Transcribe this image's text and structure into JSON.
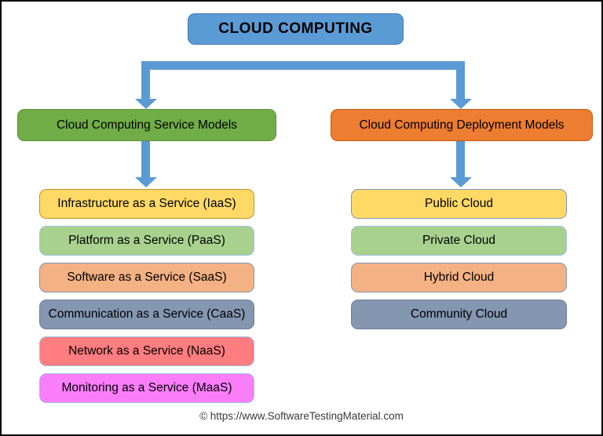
{
  "page": {
    "background": "#ffffff",
    "frame_color": "#000000"
  },
  "connector_color": "#5B9BD5",
  "root": {
    "label": "CLOUD COMPUTING",
    "fill": "#5B9BD5",
    "border": "#4477AD",
    "text_color": "#000000"
  },
  "branches": [
    {
      "id": "service-models",
      "label": "Cloud Computing Service Models",
      "fill": "#70AD47",
      "border": "#5A8F39",
      "items": [
        {
          "label": "Infrastructure as a Service (IaaS)",
          "fill": "#FFD966",
          "border": "#BD9526"
        },
        {
          "label": "Platform as a Service (PaaS)",
          "fill": "#A9D18E",
          "border": "#9DC3E6"
        },
        {
          "label": "Software as a Service (SaaS)",
          "fill": "#F4B183",
          "border": "#8496B0"
        },
        {
          "label": "Communication as a Service (CaaS)",
          "fill": "#8496B0",
          "border": "#6E7F99"
        },
        {
          "label": "Network as a Service (NaaS)",
          "fill": "#FF7C80",
          "border": "#9DC3E6"
        },
        {
          "label": "Monitoring as a Service (MaaS)",
          "fill": "#FA7DFA",
          "border": "#9DC3E6"
        }
      ]
    },
    {
      "id": "deployment-models",
      "label": "Cloud Computing Deployment Models",
      "fill": "#ED7D31",
      "border": "#C55A11",
      "items": [
        {
          "label": "Public Cloud",
          "fill": "#FFD966",
          "border": "#8496B0"
        },
        {
          "label": "Private Cloud",
          "fill": "#A9D18E",
          "border": "#9DC3E6"
        },
        {
          "label": "Hybrid Cloud",
          "fill": "#F4B183",
          "border": "#8496B0"
        },
        {
          "label": "Community Cloud",
          "fill": "#8496B0",
          "border": "#6E7F99"
        }
      ]
    }
  ],
  "footer": {
    "text": "© https://www.SoftwareTestingMaterial.com"
  }
}
